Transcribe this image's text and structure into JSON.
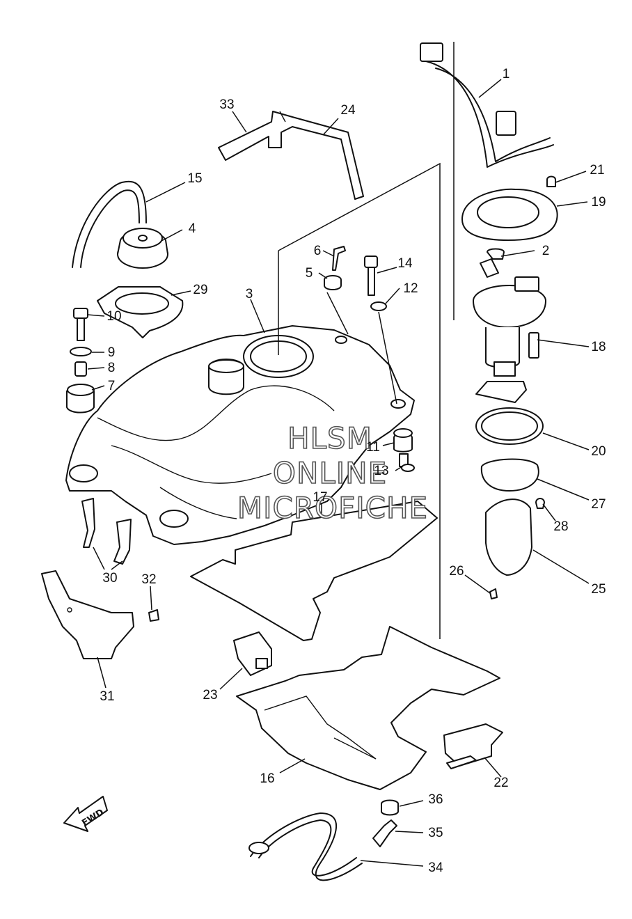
{
  "callouts": [
    {
      "id": "c1",
      "label": "1"
    },
    {
      "id": "c2",
      "label": "2"
    },
    {
      "id": "c3",
      "label": "3"
    },
    {
      "id": "c4",
      "label": "4"
    },
    {
      "id": "c5",
      "label": "5"
    },
    {
      "id": "c6",
      "label": "6"
    },
    {
      "id": "c7",
      "label": "7"
    },
    {
      "id": "c8",
      "label": "8"
    },
    {
      "id": "c9",
      "label": "9"
    },
    {
      "id": "c10",
      "label": "10"
    },
    {
      "id": "c11",
      "label": "11"
    },
    {
      "id": "c12",
      "label": "12"
    },
    {
      "id": "c13",
      "label": "13"
    },
    {
      "id": "c14",
      "label": "14"
    },
    {
      "id": "c15",
      "label": "15"
    },
    {
      "id": "c16",
      "label": "16"
    },
    {
      "id": "c17",
      "label": "17"
    },
    {
      "id": "c18",
      "label": "18"
    },
    {
      "id": "c19",
      "label": "19"
    },
    {
      "id": "c20",
      "label": "20"
    },
    {
      "id": "c21",
      "label": "21"
    },
    {
      "id": "c22",
      "label": "22"
    },
    {
      "id": "c23",
      "label": "23"
    },
    {
      "id": "c24",
      "label": "24"
    },
    {
      "id": "c25",
      "label": "25"
    },
    {
      "id": "c26",
      "label": "26"
    },
    {
      "id": "c27",
      "label": "27"
    },
    {
      "id": "c28",
      "label": "28"
    },
    {
      "id": "c29",
      "label": "29"
    },
    {
      "id": "c30",
      "label": "30"
    },
    {
      "id": "c31",
      "label": "31"
    },
    {
      "id": "c32",
      "label": "32"
    },
    {
      "id": "c33",
      "label": "33"
    },
    {
      "id": "c34",
      "label": "34"
    },
    {
      "id": "c35",
      "label": "35"
    },
    {
      "id": "c36",
      "label": "36"
    }
  ],
  "watermark": {
    "line1": "HLSM",
    "line2": "ONLINE",
    "line3": "MICROFICHE"
  },
  "direction_arrow": {
    "label": "FWD"
  }
}
